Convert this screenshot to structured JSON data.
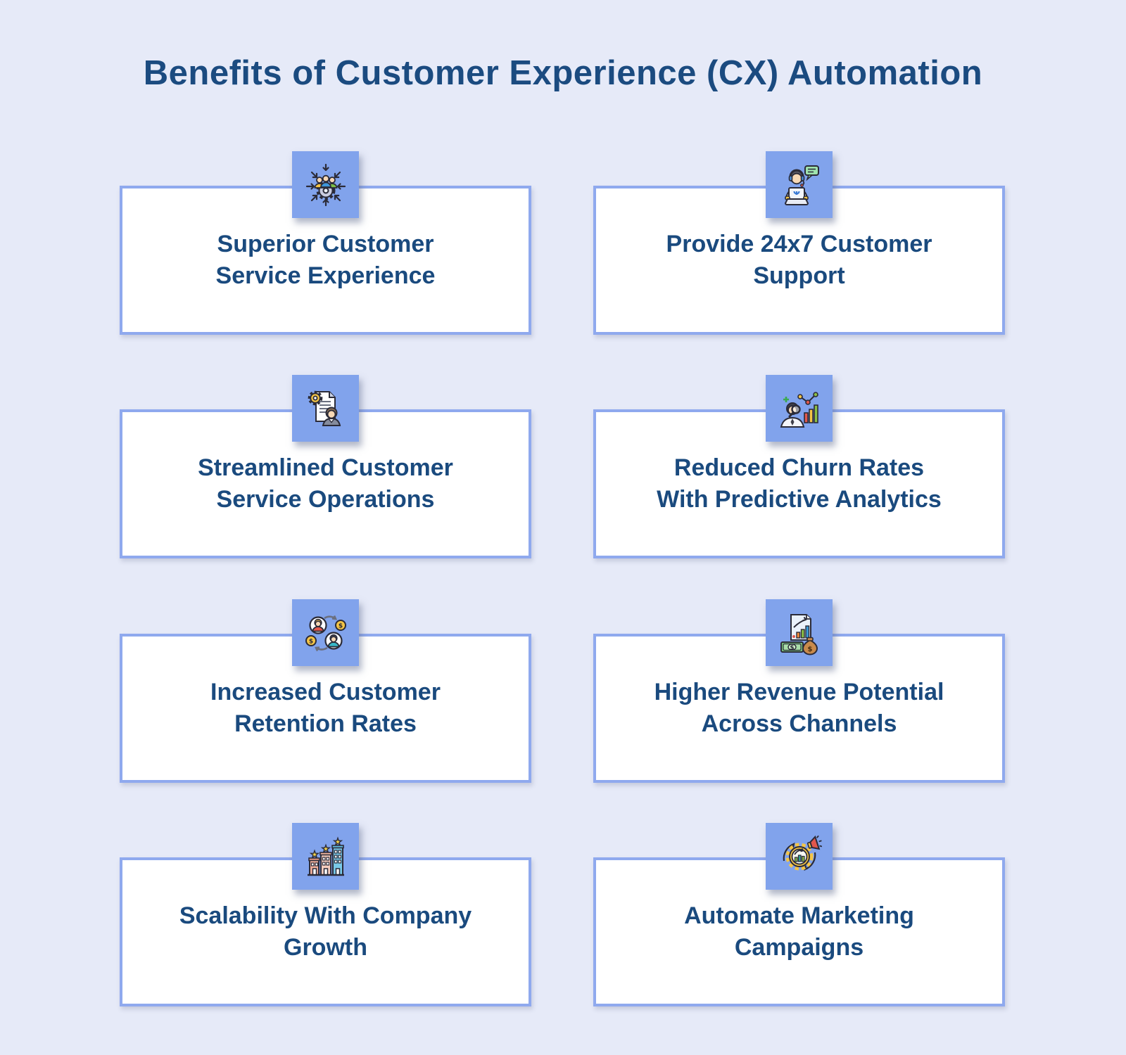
{
  "page": {
    "title": "Benefits of Customer Experience (CX) Automation"
  },
  "colors": {
    "background": "#E6EAF8",
    "tile": "#81A3EC",
    "card_border": "#8FA9EE",
    "card_bg": "#FFFFFF",
    "text": "#1A4A7E",
    "title_text": "#1B4B80"
  },
  "cards": [
    {
      "title": "Superior Customer Service Experience",
      "lines": [
        "Superior Customer",
        "Service Experience"
      ],
      "icon": "customer-focus-icon"
    },
    {
      "title": "Provide 24x7 Customer Support",
      "lines": [
        "Provide 24x7 Customer",
        "Support"
      ],
      "icon": "support-agent-icon"
    },
    {
      "title": "Streamlined Customer Service Operations",
      "lines": [
        "Streamlined Customer",
        "Service Operations"
      ],
      "icon": "service-automation-document-icon"
    },
    {
      "title": "Reduced Churn Rates With Predictive Analytics",
      "lines": [
        "Reduced Churn Rates",
        "With Predictive Analytics"
      ],
      "icon": "predictive-analytics-icon"
    },
    {
      "title": "Increased Customer Retention Rates",
      "lines": [
        "Increased Customer",
        "Retention Rates"
      ],
      "icon": "customer-retention-icon"
    },
    {
      "title": "Higher Revenue Potential Across Channels",
      "lines": [
        "Higher Revenue Potential",
        "Across Channels"
      ],
      "icon": "revenue-growth-icon"
    },
    {
      "title": "Scalability With Company Growth",
      "lines": [
        "Scalability With Company",
        "Growth"
      ],
      "icon": "company-growth-buildings-icon"
    },
    {
      "title": "Automate Marketing Campaigns",
      "lines": [
        "Automate Marketing",
        "Campaigns"
      ],
      "icon": "marketing-automation-icon"
    }
  ]
}
